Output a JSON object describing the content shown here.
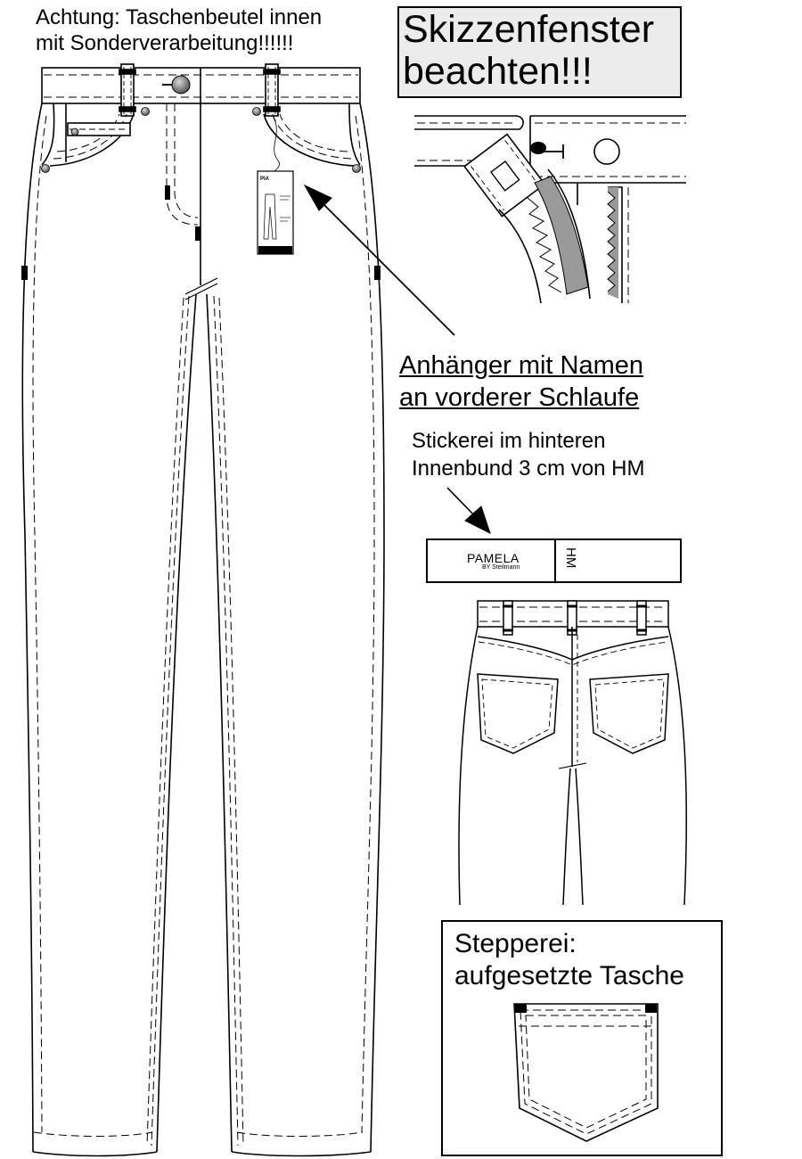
{
  "notes": {
    "top_left_line1": "Achtung: Taschenbeutel innen",
    "top_left_line2": "mit Sonderverarbeitung!!!!!!",
    "title_line1": "Skizzenfenster",
    "title_line2": "beachten!!!",
    "hangtag_line1": "Anhänger mit Namen",
    "hangtag_line2": "an vorderer Schlaufe",
    "embroidery_line1": "Stickerei im hinteren",
    "embroidery_line2": "Innenbund 3 cm von HM",
    "stitching_line1": "Stepperei:",
    "stitching_line2": "aufgesetzte Tasche"
  },
  "label": {
    "brand": "PAMELA",
    "sub": "BY Steilmann",
    "side": "HM"
  },
  "hangtag": {
    "name": "PIA"
  },
  "colors": {
    "line": "#000000",
    "title_box": "#ececec",
    "grey_fill": "#9a9a9a",
    "button": "#7a7a7a"
  }
}
